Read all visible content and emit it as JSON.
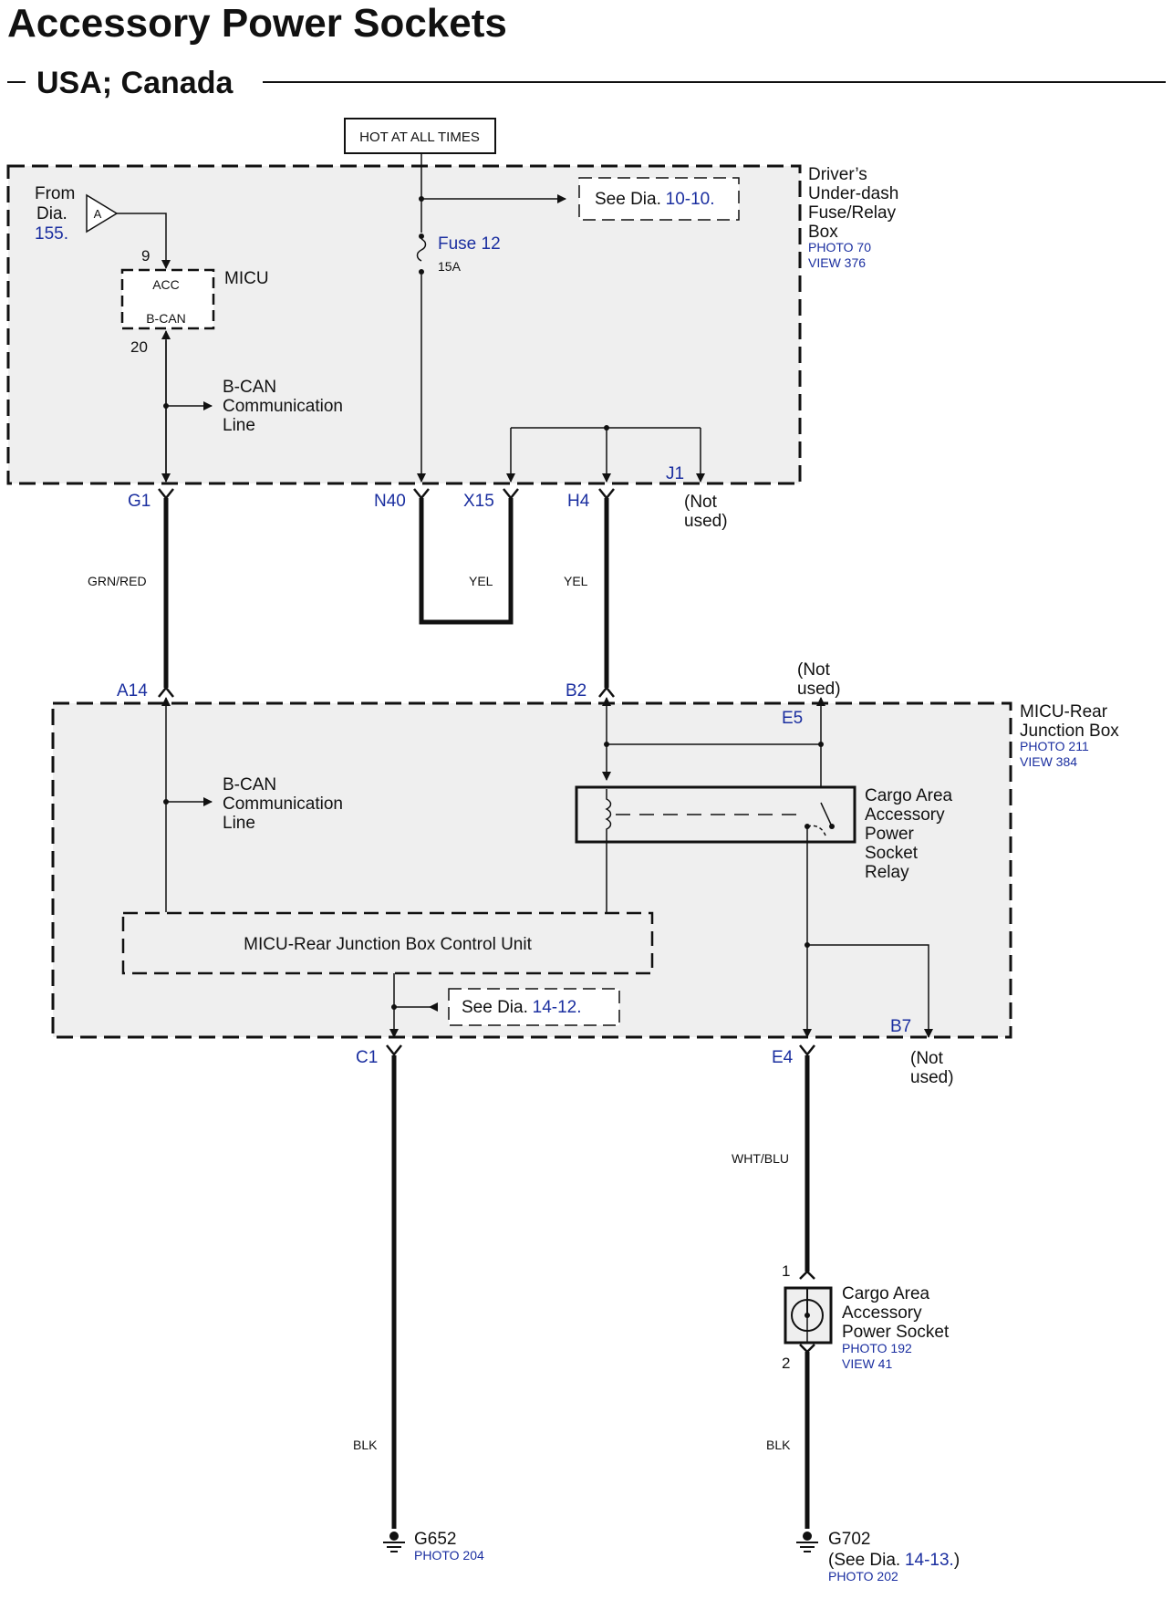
{
  "header": {
    "title": "Accessory Power Sockets",
    "subtitle": "USA; Canada"
  },
  "hot_label": "HOT AT ALL TIMES",
  "fuse_box": {
    "line1": "Driver’s",
    "line2": "Under-dash",
    "line3": "Fuse/Relay",
    "line4": "Box",
    "photo": "PHOTO 70",
    "view": "VIEW 376",
    "see_dia_prefix": "See Dia.",
    "see_dia_ref": "10-10.",
    "fuse_name": "Fuse 12",
    "fuse_rating": "15A",
    "from_line1": "From",
    "from_line2": "Dia.",
    "from_ref": "155.",
    "from_tag": "A",
    "micu_label": "MICU",
    "micu_pin_top": "9",
    "micu_pin_bottom": "20",
    "micu_acc": "ACC",
    "micu_bcan": "B-CAN",
    "bcan1": "B-CAN",
    "bcan2": "Communication",
    "bcan3": "Line"
  },
  "connectors": {
    "g1": "G1",
    "n40": "N40",
    "x15": "X15",
    "h4": "H4",
    "j1": "J1",
    "a14": "A14",
    "b2": "B2",
    "e5": "E5",
    "c1": "C1",
    "e4": "E4",
    "b7": "B7",
    "pin1": "1",
    "pin2": "2"
  },
  "wires": {
    "g1_a14": "GRN/RED",
    "x15": "YEL",
    "h4_b2": "YEL",
    "e4": "WHT/BLU",
    "c1_ground": "BLK",
    "socket_ground": "BLK"
  },
  "not_used": {
    "line1": "(Not",
    "line2": "used)"
  },
  "junction_box": {
    "name1": "MICU-Rear",
    "name2": "Junction Box",
    "photo": "PHOTO 211",
    "view": "VIEW 384",
    "bcan1": "B-CAN",
    "bcan2": "Communication",
    "bcan3": "Line",
    "control_unit": "MICU-Rear Junction Box Control Unit",
    "see_dia_prefix": "See Dia.",
    "see_dia_ref": "14-12.",
    "relay1": "Cargo Area",
    "relay2": "Accessory",
    "relay3": "Power",
    "relay4": "Socket",
    "relay5": "Relay"
  },
  "socket": {
    "line1": "Cargo Area",
    "line2": "Accessory",
    "line3": "Power Socket",
    "photo": "PHOTO 192",
    "view": "VIEW 41"
  },
  "grounds": {
    "g652": "G652",
    "g652_photo": "PHOTO 204",
    "g702": "G702",
    "g702_see_prefix": "(See  Dia.",
    "g702_see_ref": "14-13.",
    "g702_see_suffix": ")",
    "g702_photo": "PHOTO 202"
  },
  "colors": {
    "ink": "#111111",
    "ref_blue": "#1b2fa0",
    "box_fill": "#efefef"
  }
}
